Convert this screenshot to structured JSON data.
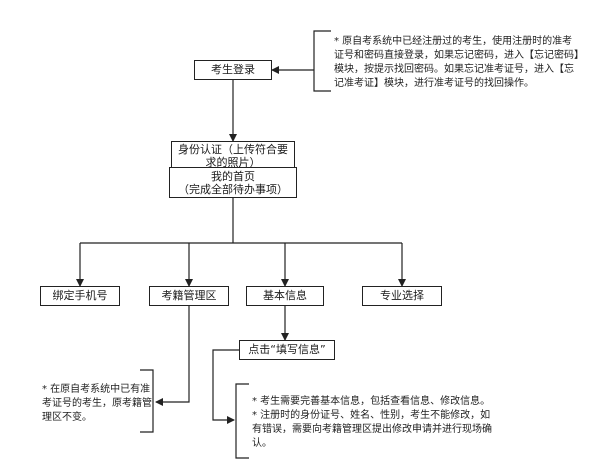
{
  "nodes": {
    "login": "考生登录",
    "identity": "身份认证（上传符合要求的照片）",
    "home_line1": "我的首页",
    "home_line2": "（完成全部待办事项）",
    "bind_phone": "绑定手机号",
    "ticket_admin": "考籍管理区",
    "basic_info": "基本信息",
    "major_select": "专业选择",
    "fill_info": "点击“填写信息”"
  },
  "notes": {
    "login_note": "* 原自考系统中已经注册过的考生，使用注册时的准考证号和密码直接登录，如果忘记密码，进入【忘记密码】模块，按提示找回密码。如果忘记准考证号，进入【忘记准考证】模块，进行准考证号的找回操作。",
    "ticket_note": "* 在原自考系统中已有准考证号的考生，原考籍管理区不变。",
    "info_note_1": "* 考生需要完善基本信息，包括查看信息、修改信息。",
    "info_note_2": "* 注册时的身份证号、姓名、性别，考生不能修改，如有错误，需要向考籍管理区提出修改申请并进行现场确认。"
  }
}
